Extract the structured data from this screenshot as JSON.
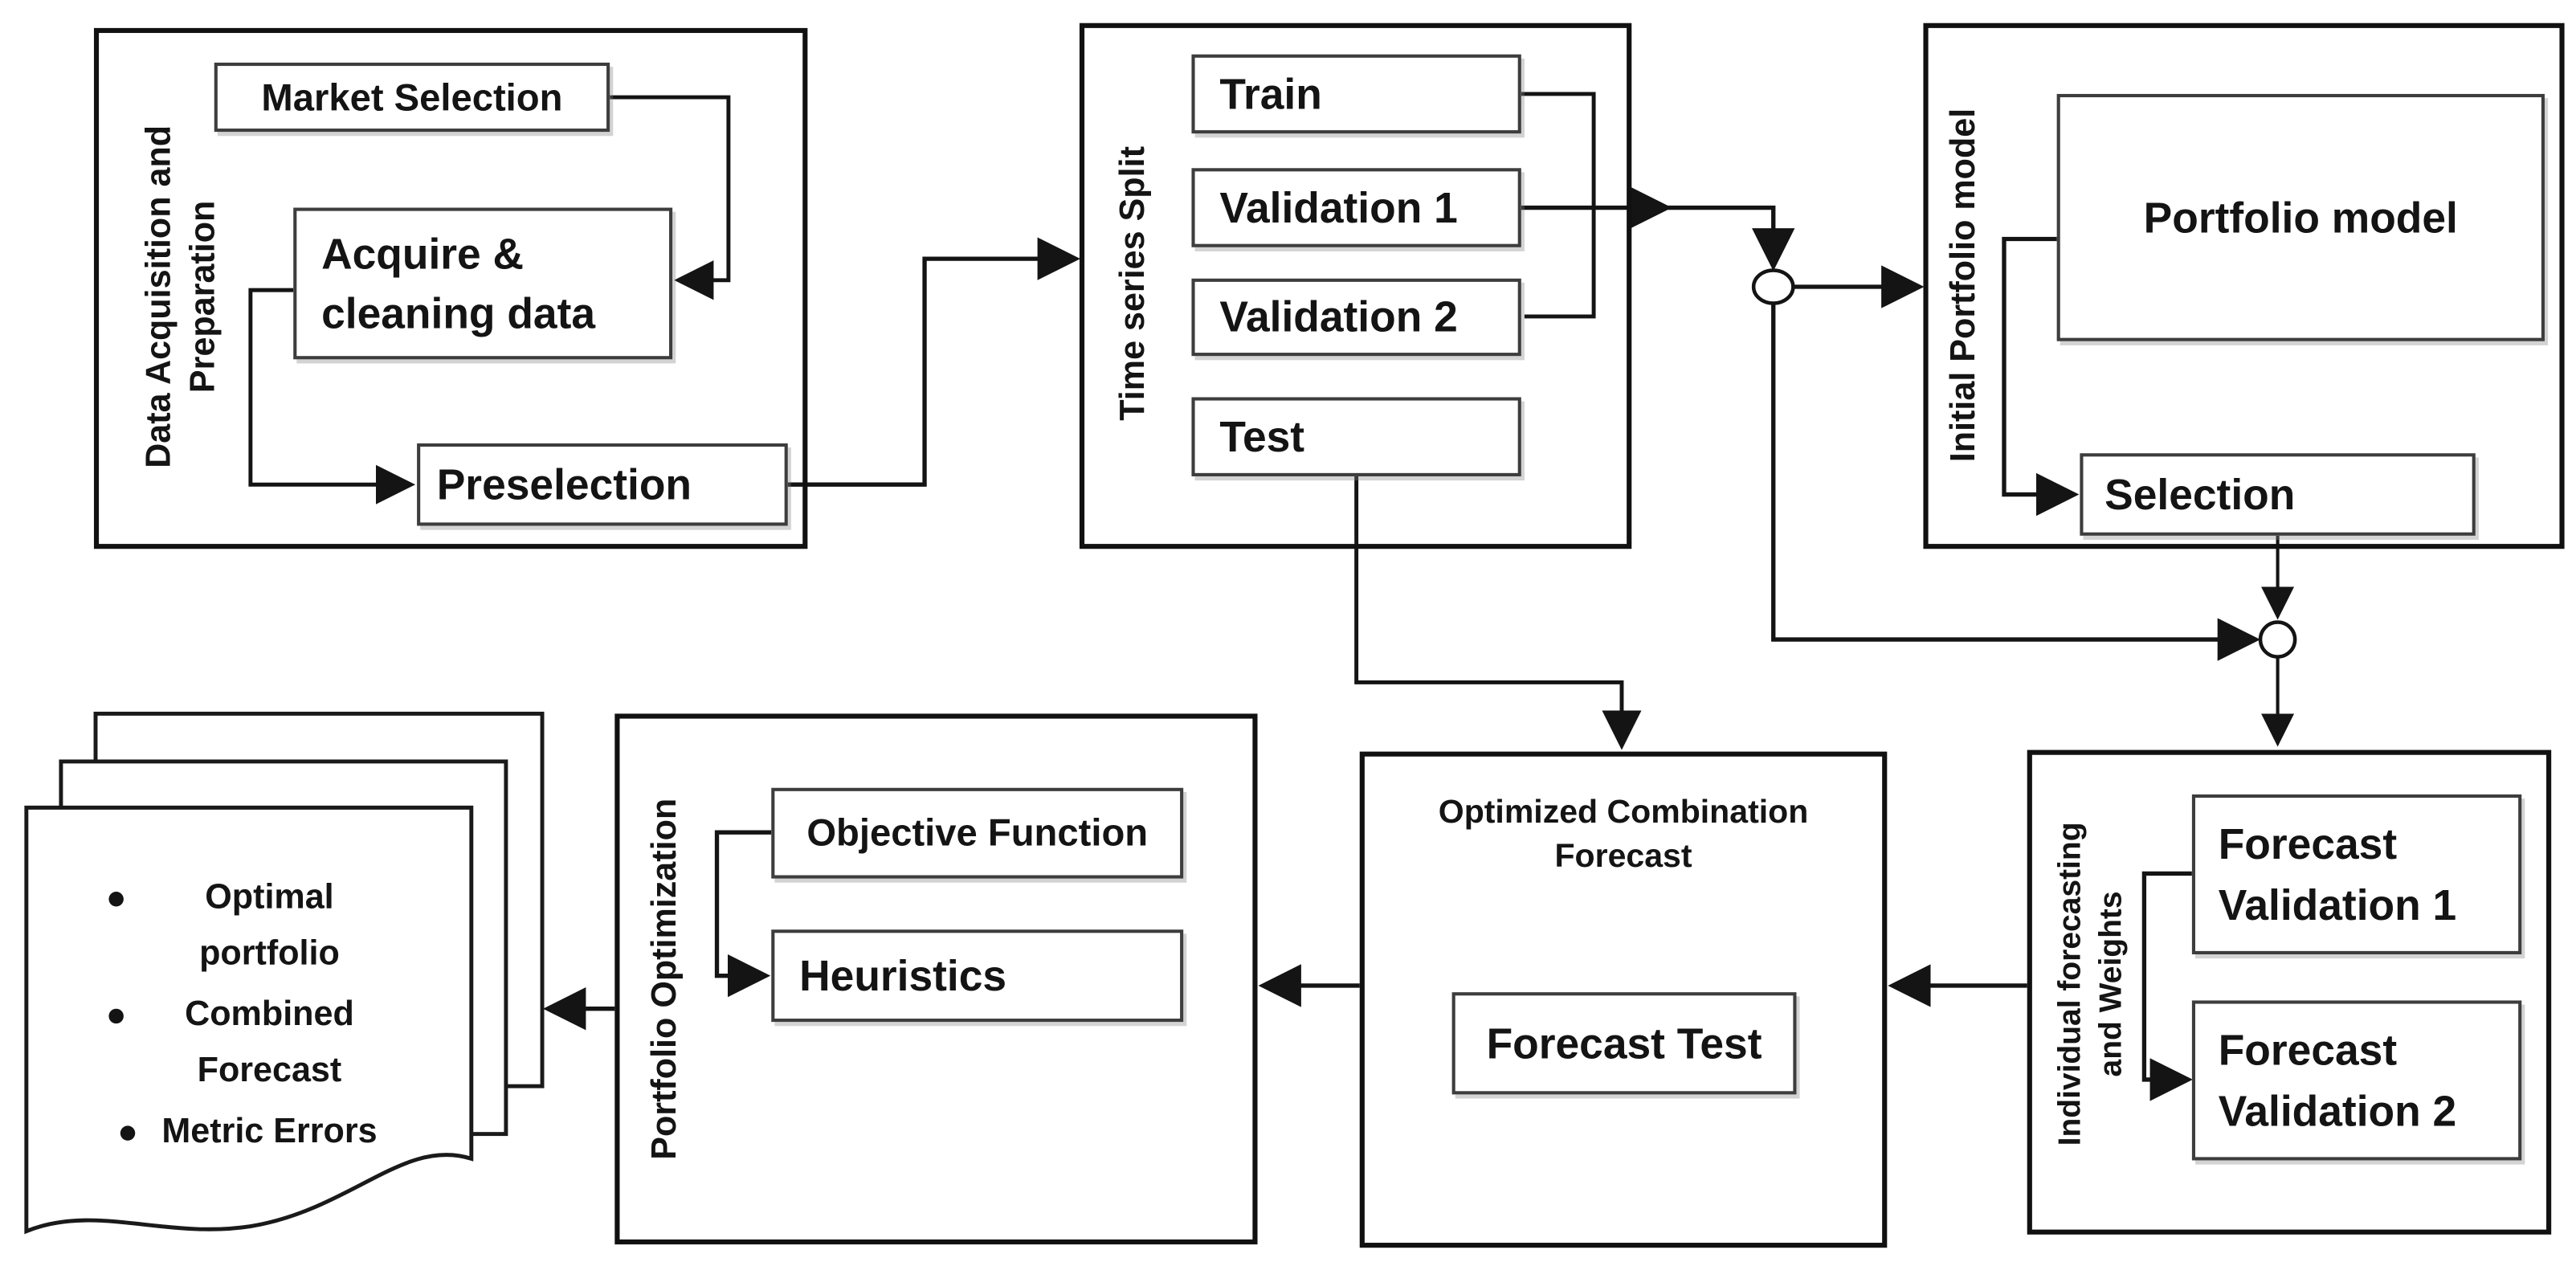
{
  "diagram": {
    "data_acquisition": {
      "label": "Data Acquisition and\nPreparation",
      "market_selection": "Market Selection",
      "acquire": "Acquire &\ncleaning data",
      "preselection": "Preselection"
    },
    "time_series_split": {
      "label": "Time series Split",
      "train": "Train",
      "validation1": "Validation 1",
      "validation2": "Validation 2",
      "test": "Test"
    },
    "initial_portfolio_model": {
      "label": "Initial Portfolio model",
      "portfolio_model": "Portfolio model",
      "selection": "Selection"
    },
    "individual_forecasting": {
      "label": "Individual forecasting\nand Weights",
      "forecast_validation1": "Forecast\nValidation 1",
      "forecast_validation2": "Forecast\nValidation 2"
    },
    "optimized_combination": {
      "title": "Optimized Combination\nForecast",
      "forecast_test": "Forecast Test"
    },
    "portfolio_optimization": {
      "label": "Portfolio Optimization",
      "objective_function": "Objective Function",
      "heuristics": "Heuristics"
    },
    "output_document": {
      "items": [
        "Optimal portfolio",
        "Combined Forecast",
        "Metric Errors"
      ]
    },
    "colors": {
      "ink": "#141414",
      "box_border": "#3d3d3d",
      "background": "#ffffff"
    }
  }
}
